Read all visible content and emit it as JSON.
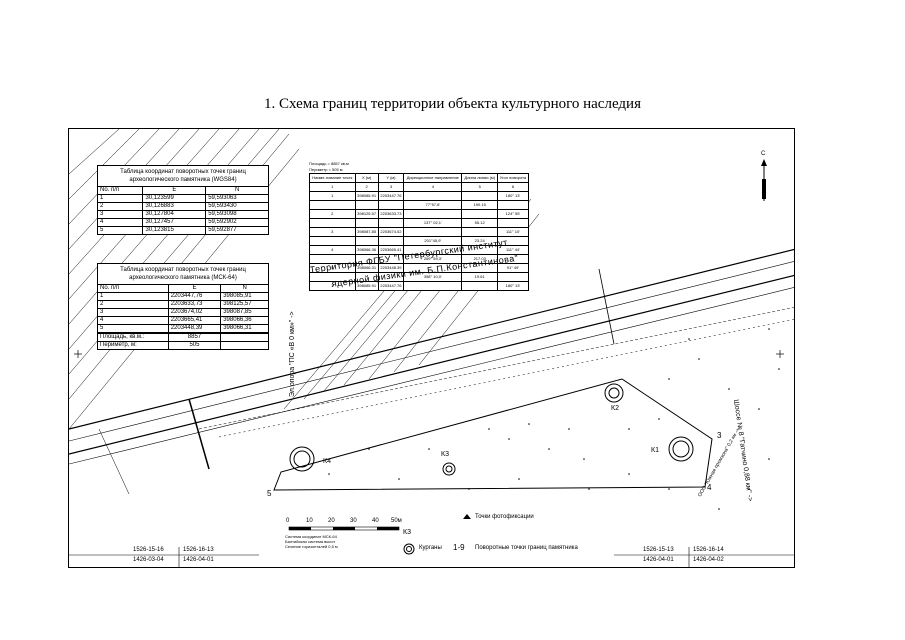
{
  "title": "1. Схема границ территории объекта культурного наследия",
  "wgs_table": {
    "heading": "Таблица координат поворотных точек границ археологического памятника (WGS84)",
    "columns": [
      "No. п/п",
      "E",
      "N"
    ],
    "rows": [
      [
        "1",
        "30,123599",
        "59,593063"
      ],
      [
        "2",
        "30,126883",
        "59,593430"
      ],
      [
        "3",
        "30,127804",
        "59,593098"
      ],
      [
        "4",
        "30,127457",
        "59,592902"
      ],
      [
        "5",
        "30,123815",
        "59,592877"
      ]
    ]
  },
  "msk_table": {
    "heading": "Таблица координат поворотных точек границ археологического памятника (МСК-64)",
    "columns": [
      "No. п/п",
      "E",
      "N"
    ],
    "rows": [
      [
        "1",
        "2203447,76",
        "398085,91"
      ],
      [
        "2",
        "2203633,73",
        "398125,57"
      ],
      [
        "3",
        "2203674,02",
        "398087,85"
      ],
      [
        "4",
        "2203665,41",
        "398066,36"
      ],
      [
        "5",
        "2203448,39",
        "398066,31"
      ]
    ],
    "area_label": "Площадь, кв.м.:",
    "area_value": "8857",
    "perimeter_label": "Периметр, м:",
    "perimeter_value": "505"
  },
  "small_table": {
    "area_text": "Площадь = 8857 кв.м",
    "perimeter_text": "Периметр = 505 м",
    "columns": [
      "Наиме-нование точек",
      "X (м)",
      "Y (м)",
      "Дирекционное направление",
      "Длина линии (м)",
      "Угол поворота"
    ],
    "index_row": [
      "1",
      "2",
      "3",
      "4",
      "5",
      "6"
    ],
    "rows": [
      [
        "1",
        "398085.91",
        "2203447.76",
        "",
        "",
        "180° 13'"
      ],
      [
        "",
        "",
        "",
        "77°57,8'",
        "190.15",
        ""
      ],
      [
        "2",
        "398125.57",
        "2203633.73",
        "",
        "",
        "124° 55'"
      ],
      [
        "",
        "",
        "",
        "137° 02,1'",
        "55.12",
        ""
      ],
      [
        "3",
        "398087.85",
        "2203674.02",
        "",
        "",
        "111° 10'"
      ],
      [
        "",
        "",
        "",
        "201°45,9'",
        "23.24",
        ""
      ],
      [
        "4",
        "398066.36",
        "2203665.41",
        "",
        "",
        "111° 44'"
      ],
      [
        "",
        "",
        "",
        "269° 59,3'",
        "217.03",
        ""
      ],
      [
        "5",
        "398066.31",
        "2203448.39",
        "",
        "",
        "91° 49'"
      ],
      [
        "",
        "",
        "",
        "358° 10,0'",
        "19.61",
        ""
      ],
      [
        "1",
        "398085.91",
        "2203447.76",
        "",
        "",
        "180° 13'"
      ]
    ]
  },
  "map_labels": {
    "territory_line1": "Территория ФГБУ \"Петербургский институт",
    "territory_line2": "ядерной физики им. Б.П.Константинова\"",
    "road_left": "Эл.опора \"ПС «В 0 км»\" ->",
    "road_right": "Шоссе № 8 \"Гатчино 0,88 км\" ->",
    "ooo_text": "ООО \"Южная промзона\" 0,2 км ->",
    "k1": "К1",
    "k2": "К2",
    "k3": "К3",
    "k4": "К4",
    "point3": "3",
    "point4": "4",
    "point5": "5"
  },
  "legend": {
    "scale_ticks": [
      "0",
      "10",
      "20",
      "30",
      "40",
      "50м"
    ],
    "scale_note_1": "Система координат МСК-64",
    "scale_note_2": "Балтийская система высот",
    "scale_note_3": "Сечение горизонталей 0,5 м",
    "kurgan_code": "К3",
    "kurgan_label": "Курганы",
    "photo_label": "Точки фотофиксации",
    "turn_code": "1-9",
    "turn_label": "Поворотные точки границ памятника"
  },
  "sheets": {
    "left": [
      "1526-15-16",
      "1526-16-13",
      "1426-03-04",
      "1426-04-01"
    ],
    "right": [
      "1526-15-13",
      "1526-16-14",
      "1426-04-01",
      "1426-04-02"
    ]
  },
  "north_label": "С"
}
